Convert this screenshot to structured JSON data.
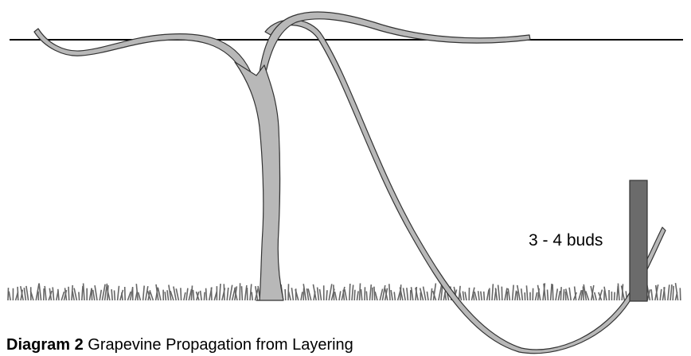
{
  "labels": {
    "buds": "3 - 4 buds"
  },
  "caption": {
    "prefix": "Diagram 2",
    "title": "Grapevine Propagation from Layering"
  },
  "colors": {
    "vine_fill": "#b8b8b8",
    "outline": "#333333",
    "stake": "#6b6b6b",
    "grass": "#666666",
    "trellis_wire": "#000000"
  }
}
